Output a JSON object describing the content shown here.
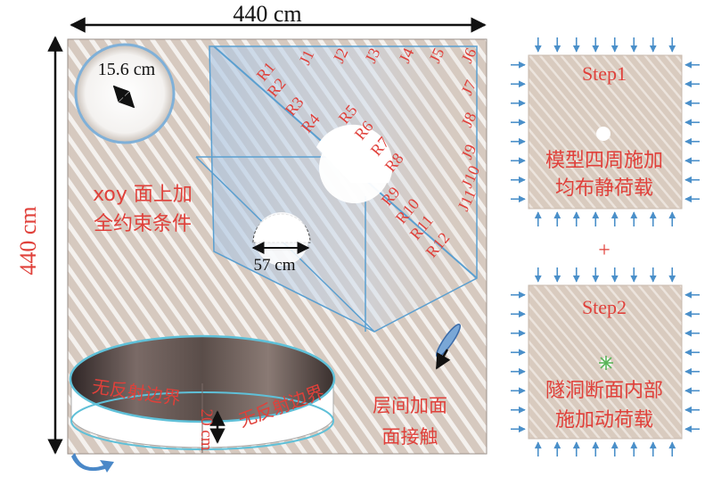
{
  "dimensions": {
    "top_width": "440 cm",
    "left_height": "440 cm",
    "small_hole": "15.6 cm",
    "tunnel": "57 cm",
    "base_thickness": "20 cm"
  },
  "labels": {
    "constraint_line1": "xoy 面上加",
    "constraint_line2": "全约束条件",
    "nonreflect_left": "无反射边界",
    "nonreflect_right": "无反射边界",
    "interface_line1": "层间加面",
    "interface_line2": "面接触"
  },
  "monitor_points": {
    "R": [
      "R1",
      "R2",
      "R3",
      "R4",
      "R5",
      "R6",
      "R7",
      "R8",
      "R9",
      "R10",
      "R11",
      "R12"
    ],
    "J": [
      "J1",
      "J2",
      "J3",
      "J4",
      "J5",
      "J6",
      "J7",
      "J8",
      "J9",
      "J10",
      "J11"
    ]
  },
  "steps": {
    "step1": {
      "title": "Step1",
      "line1": "模型四周施加",
      "line2": "均布静荷载"
    },
    "plus": "+",
    "step2": {
      "title": "Step2",
      "line1": "隧洞断面内部",
      "line2": "施加动荷载"
    }
  },
  "colors": {
    "model_fill": "#d8cbc1",
    "hatch": "#ffffff",
    "red_text": "#e0403a",
    "arrow_blue": "#4a8fc9",
    "panel_blue": "#a9c8e8"
  }
}
